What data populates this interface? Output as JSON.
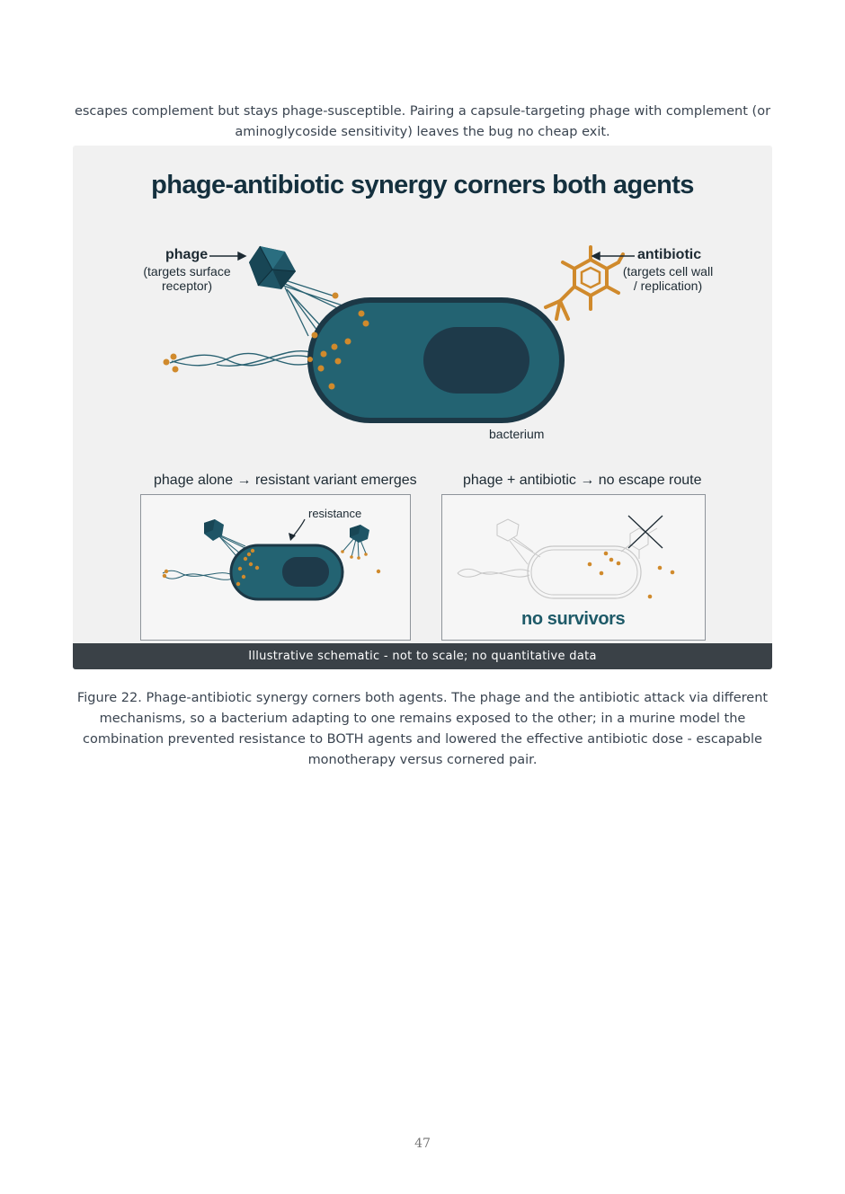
{
  "intro_text": "escapes complement but stays phage-susceptible. Pairing a capsule-targeting phage with complement (or aminoglycoside sensitivity) leaves the bug no cheap exit.",
  "figure": {
    "title": "phage-antibiotic synergy corners both agents",
    "phage_label": "phage",
    "phage_sublabel_1": "(targets surface",
    "phage_sublabel_2": "receptor)",
    "antibiotic_label": "antibiotic",
    "antibiotic_sublabel_1": "(targets cell wall",
    "antibiotic_sublabel_2": "/ replication)",
    "bacterium_label": "bacterium",
    "left_panel_title": "phage alone → resistant variant emerges",
    "resistance_label": "resistance",
    "right_panel_title": "phage + antibiotic → no escape route",
    "no_survivors_label": "no survivors",
    "disclaimer": "Illustrative schematic - not to scale; no quantitative data",
    "colors": {
      "bacterium_fill": "#236372",
      "bacterium_outline": "#1c3846",
      "nucleoid": "#1e3a4a",
      "antibiotic": "#d08a2c",
      "phage": "#1f5566"
    }
  },
  "caption": "Figure 22. Phage-antibiotic synergy corners both agents. The phage and the antibiotic attack via different mechanisms, so a bacterium adapting to one remains exposed to the other; in a murine model the combination prevented resistance to BOTH agents and lowered the effective antibiotic dose - escapable monotherapy versus cornered pair.",
  "page_number": "47"
}
